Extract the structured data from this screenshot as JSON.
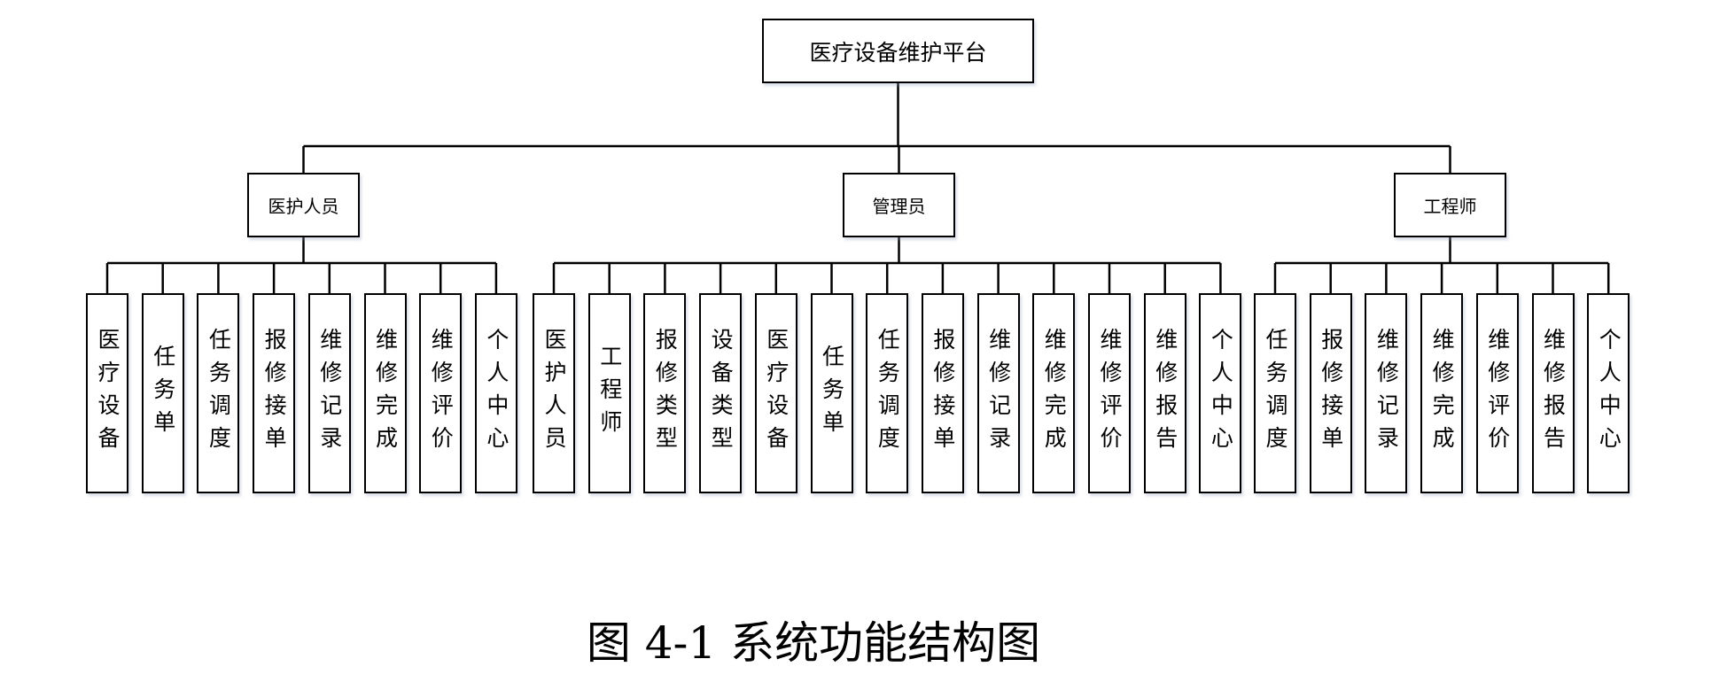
{
  "root": "医疗设备维护平台",
  "groups": [
    {
      "label": "医护人员",
      "children": [
        "医疗设备",
        "任务单",
        "任务调度",
        "报修接单",
        "维修记录",
        "维修完成",
        "维修评价",
        "个人中心"
      ]
    },
    {
      "label": "管理员",
      "children": [
        "医护人员",
        "工程师",
        "报修类型",
        "设备类型",
        "医疗设备",
        "任务单",
        "任务调度",
        "报修接单",
        "维修记录",
        "维修完成",
        "维修评价",
        "维修报告",
        "个人中心"
      ]
    },
    {
      "label": "工程师",
      "children": [
        "任务调度",
        "报修接单",
        "维修记录",
        "维修完成",
        "维修评价",
        "维修报告",
        "个人中心"
      ]
    }
  ],
  "caption": "图 4-1 系统功能结构图"
}
